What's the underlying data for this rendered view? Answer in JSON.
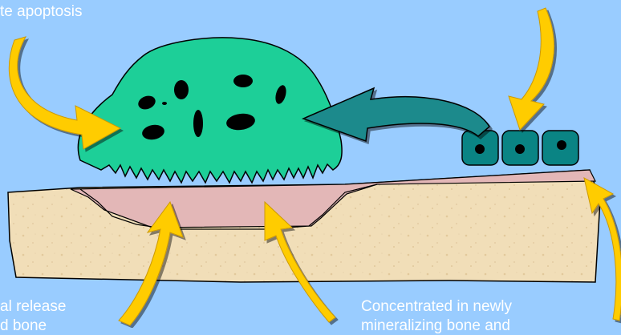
{
  "labels": {
    "top_left": "te apoptosis",
    "bottom_left_line1": "al release",
    "bottom_left_line2": "d bone",
    "bottom_right_line1": "Concentrated in newly",
    "bottom_right_line2": "mineralizing bone and"
  },
  "colors": {
    "background": "#99ccff",
    "bone": "#f1deb8",
    "osteoid": "#e3b7b7",
    "osteoclast": "#1dcf98",
    "osteoblast": "#0a8484",
    "nucleus": "#000000",
    "arrow_yellow": "#ffcc00",
    "arrow_teal": "#1c8a8c"
  }
}
